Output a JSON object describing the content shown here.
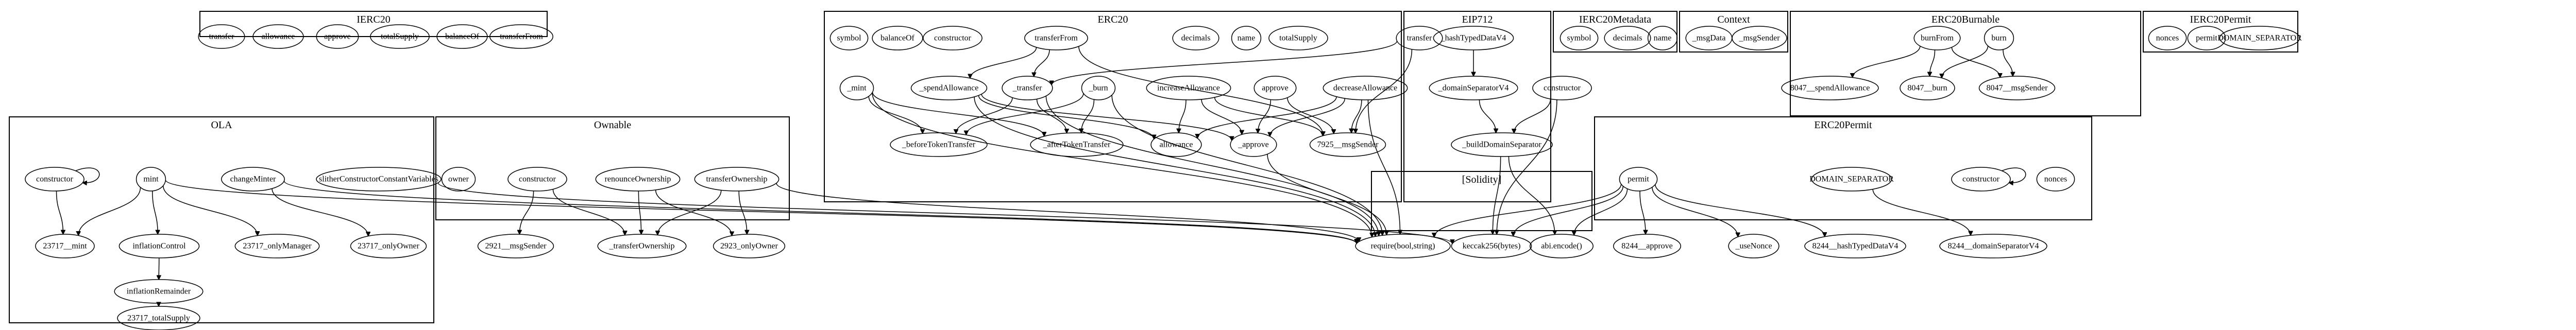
{
  "clusters": [
    {
      "id": "IERC20",
      "label": "IERC20"
    },
    {
      "id": "ERC20",
      "label": "ERC20"
    },
    {
      "id": "EIP712",
      "label": "EIP712"
    },
    {
      "id": "IERC20Metadata",
      "label": "IERC20Metadata"
    },
    {
      "id": "Context",
      "label": "Context"
    },
    {
      "id": "ERC20Burnable",
      "label": "ERC20Burnable"
    },
    {
      "id": "IERC20Permit",
      "label": "IERC20Permit"
    },
    {
      "id": "OLA",
      "label": "OLA"
    },
    {
      "id": "Ownable",
      "label": "Ownable"
    },
    {
      "id": "Solidity",
      "label": "[Solidity]"
    },
    {
      "id": "ERC20Permit",
      "label": "ERC20Permit"
    }
  ],
  "nodes": [
    {
      "id": "i_transfer",
      "label": "transfer"
    },
    {
      "id": "i_allowance",
      "label": "allowance"
    },
    {
      "id": "i_approve",
      "label": "approve"
    },
    {
      "id": "i_totalSupply",
      "label": "totalSupply"
    },
    {
      "id": "i_balanceOf",
      "label": "balanceOf"
    },
    {
      "id": "i_transferFrom",
      "label": "transferFrom"
    },
    {
      "id": "e_symbol",
      "label": "symbol"
    },
    {
      "id": "e_balanceOf",
      "label": "balanceOf"
    },
    {
      "id": "e_constructor",
      "label": "constructor"
    },
    {
      "id": "e_transferFrom",
      "label": "transferFrom"
    },
    {
      "id": "e_decimals",
      "label": "decimals"
    },
    {
      "id": "e_name",
      "label": "name"
    },
    {
      "id": "e_totalSupply",
      "label": "totalSupply"
    },
    {
      "id": "e_transfer",
      "label": "transfer"
    },
    {
      "id": "e_mint",
      "label": "_mint"
    },
    {
      "id": "e_spendAllowance",
      "label": "_spendAllowance"
    },
    {
      "id": "e_transferInt",
      "label": "_transfer"
    },
    {
      "id": "e_burn",
      "label": "_burn"
    },
    {
      "id": "e_increaseAllowance",
      "label": "increaseAllowance"
    },
    {
      "id": "e_approve",
      "label": "approve"
    },
    {
      "id": "e_decreaseAllowance",
      "label": "decreaseAllowance"
    },
    {
      "id": "e_beforeTokenTransfer",
      "label": "_beforeTokenTransfer"
    },
    {
      "id": "e_afterTokenTransfer",
      "label": "_afterTokenTransfer"
    },
    {
      "id": "e_allowance",
      "label": "allowance"
    },
    {
      "id": "e_approveInt",
      "label": "_approve"
    },
    {
      "id": "e_msgSender",
      "label": "7925__msgSender"
    },
    {
      "id": "p_hashTypedDataV4",
      "label": "_hashTypedDataV4"
    },
    {
      "id": "p_domainSeparatorV4",
      "label": "_domainSeparatorV4"
    },
    {
      "id": "p_constructor",
      "label": "constructor"
    },
    {
      "id": "p_buildDomainSeparator",
      "label": "_buildDomainSeparator"
    },
    {
      "id": "m_symbol",
      "label": "symbol"
    },
    {
      "id": "m_decimals",
      "label": "decimals"
    },
    {
      "id": "m_name",
      "label": "name"
    },
    {
      "id": "c_msgData",
      "label": "_msgData"
    },
    {
      "id": "c_msgSender",
      "label": "_msgSender"
    },
    {
      "id": "b_burnFrom",
      "label": "burnFrom"
    },
    {
      "id": "b_burn",
      "label": "burn"
    },
    {
      "id": "b_spendAllowance",
      "label": "8047__spendAllowance"
    },
    {
      "id": "b_burnInt",
      "label": "8047__burn"
    },
    {
      "id": "b_msgSender",
      "label": "8047__msgSender"
    },
    {
      "id": "ip_nonces",
      "label": "nonces"
    },
    {
      "id": "ip_permit",
      "label": "permit"
    },
    {
      "id": "ip_DOMAIN_SEPARATOR",
      "label": "DOMAIN_SEPARATOR"
    },
    {
      "id": "o_constructor",
      "label": "constructor"
    },
    {
      "id": "o_mint",
      "label": "mint"
    },
    {
      "id": "o_changeMinter",
      "label": "changeMinter"
    },
    {
      "id": "o_slither",
      "label": "slitherConstructorConstantVariables"
    },
    {
      "id": "o_mintInt",
      "label": "23717__mint"
    },
    {
      "id": "o_inflationControl",
      "label": "inflationControl"
    },
    {
      "id": "o_onlyManager",
      "label": "23717_onlyManager"
    },
    {
      "id": "o_onlyOwner",
      "label": "23717_onlyOwner"
    },
    {
      "id": "o_inflationRemainder",
      "label": "inflationRemainder"
    },
    {
      "id": "o_totalSupply",
      "label": "23717_totalSupply"
    },
    {
      "id": "w_owner",
      "label": "owner"
    },
    {
      "id": "w_constructor",
      "label": "constructor"
    },
    {
      "id": "w_renounce",
      "label": "renounceOwnership"
    },
    {
      "id": "w_transferOwnership",
      "label": "transferOwnership"
    },
    {
      "id": "w_msgSender",
      "label": "2921__msgSender"
    },
    {
      "id": "w_transferOwnershipInt",
      "label": "_transferOwnership"
    },
    {
      "id": "w_onlyOwner",
      "label": "2923_onlyOwner"
    },
    {
      "id": "s_require",
      "label": "require(bool,string)"
    },
    {
      "id": "s_keccak",
      "label": "keccak256(bytes)"
    },
    {
      "id": "s_abiEncode",
      "label": "abi.encode()"
    },
    {
      "id": "r_permit",
      "label": "permit"
    },
    {
      "id": "r_DOMAIN_SEPARATOR",
      "label": "DOMAIN_SEPARATOR"
    },
    {
      "id": "r_constructor",
      "label": "constructor"
    },
    {
      "id": "r_nonces",
      "label": "nonces"
    },
    {
      "id": "r_approve",
      "label": "8244__approve"
    },
    {
      "id": "r_useNonce",
      "label": "_useNonce"
    },
    {
      "id": "r_hashTypedDataV4",
      "label": "8244__hashTypedDataV4"
    },
    {
      "id": "r_domainSeparatorV4",
      "label": "8244__domainSeparatorV4"
    }
  ],
  "edges": [
    [
      "e_transferFrom",
      "e_spendAllowance"
    ],
    [
      "e_transferFrom",
      "e_transferInt"
    ],
    [
      "e_transferFrom",
      "e_msgSender"
    ],
    [
      "e_transfer",
      "e_transferInt"
    ],
    [
      "e_transfer",
      "e_msgSender"
    ],
    [
      "e_mint",
      "e_beforeTokenTransfer"
    ],
    [
      "e_mint",
      "e_afterTokenTransfer"
    ],
    [
      "e_mint",
      "s_require"
    ],
    [
      "e_spendAllowance",
      "e_allowance"
    ],
    [
      "e_spendAllowance",
      "e_approveInt"
    ],
    [
      "e_spendAllowance",
      "s_require"
    ],
    [
      "e_transferInt",
      "e_beforeTokenTransfer"
    ],
    [
      "e_transferInt",
      "e_afterTokenTransfer"
    ],
    [
      "e_transferInt",
      "s_require"
    ],
    [
      "e_burn",
      "e_beforeTokenTransfer"
    ],
    [
      "e_burn",
      "e_afterTokenTransfer"
    ],
    [
      "e_burn",
      "s_require"
    ],
    [
      "e_increaseAllowance",
      "e_allowance"
    ],
    [
      "e_increaseAllowance",
      "e_approveInt"
    ],
    [
      "e_increaseAllowance",
      "e_msgSender"
    ],
    [
      "e_approve",
      "e_approveInt"
    ],
    [
      "e_approve",
      "e_msgSender"
    ],
    [
      "e_decreaseAllowance",
      "e_allowance"
    ],
    [
      "e_decreaseAllowance",
      "e_approveInt"
    ],
    [
      "e_decreaseAllowance",
      "e_msgSender"
    ],
    [
      "e_decreaseAllowance",
      "s_require"
    ],
    [
      "e_approveInt",
      "s_require"
    ],
    [
      "p_hashTypedDataV4",
      "p_domainSeparatorV4"
    ],
    [
      "p_domainSeparatorV4",
      "p_buildDomainSeparator"
    ],
    [
      "p_constructor",
      "p_buildDomainSeparator"
    ],
    [
      "p_constructor",
      "s_keccak"
    ],
    [
      "p_buildDomainSeparator",
      "s_keccak"
    ],
    [
      "p_buildDomainSeparator",
      "s_abiEncode"
    ],
    [
      "b_burnFrom",
      "b_spendAllowance"
    ],
    [
      "b_burnFrom",
      "b_burnInt"
    ],
    [
      "b_burnFrom",
      "b_msgSender"
    ],
    [
      "b_burn",
      "b_burnInt"
    ],
    [
      "b_burn",
      "b_msgSender"
    ],
    [
      "o_constructor",
      "o_constructor"
    ],
    [
      "o_constructor",
      "o_mintInt"
    ],
    [
      "o_mint",
      "o_mintInt"
    ],
    [
      "o_mint",
      "o_inflationControl"
    ],
    [
      "o_mint",
      "o_onlyManager"
    ],
    [
      "o_mint",
      "s_require"
    ],
    [
      "o_changeMinter",
      "o_onlyOwner"
    ],
    [
      "o_changeMinter",
      "s_require"
    ],
    [
      "o_slither",
      "s_keccak"
    ],
    [
      "o_inflationControl",
      "o_inflationRemainder"
    ],
    [
      "o_inflationRemainder",
      "o_totalSupply"
    ],
    [
      "w_constructor",
      "w_msgSender"
    ],
    [
      "w_constructor",
      "w_transferOwnershipInt"
    ],
    [
      "w_renounce",
      "w_transferOwnershipInt"
    ],
    [
      "w_renounce",
      "w_onlyOwner"
    ],
    [
      "w_transferOwnership",
      "w_transferOwnershipInt"
    ],
    [
      "w_transferOwnership",
      "w_onlyOwner"
    ],
    [
      "w_transferOwnership",
      "s_require"
    ],
    [
      "r_permit",
      "s_require"
    ],
    [
      "r_permit",
      "s_keccak"
    ],
    [
      "r_permit",
      "s_abiEncode"
    ],
    [
      "r_permit",
      "r_approve"
    ],
    [
      "r_permit",
      "r_useNonce"
    ],
    [
      "r_permit",
      "r_hashTypedDataV4"
    ],
    [
      "r_DOMAIN_SEPARATOR",
      "r_domainSeparatorV4"
    ],
    [
      "r_constructor",
      "r_constructor"
    ]
  ]
}
